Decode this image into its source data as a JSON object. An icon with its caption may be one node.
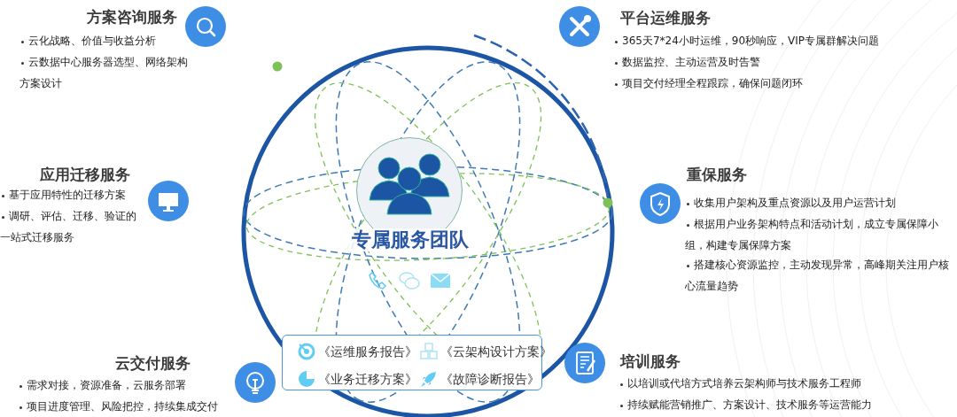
{
  "diagram": {
    "nodes": [
      {
        "text": [
          "专属服务团队"
        ]
      },
      {
        "text": [
          "《运维服务报告》",
          "《云架构设计方案》",
          "《业务迁移方案》",
          "《故障诊断报告》"
        ]
      }
    ],
    "edges": [],
    "labels": [
      "方案咨询服务",
      "云化战略、价值与收益分析",
      "云数据中心服务器选型、网络架构方案设计",
      "平台运维服务",
      "365天7*24小时运维，90秒响应，VIP专属群解决问题",
      "数据监控、主动运营及时告警",
      "项目交付经理全程跟踪，确保问题闭环",
      "应用迁移服务",
      "基于应用特性的迁移方案",
      "调研、评估、迁移、验证的一站式迁移服务",
      "重保服务",
      "收集用户架构及重点资源以及用户运营计划",
      "根据用户业务架构特点和活动计划，成立专属保障小组，构建专属保障方案",
      "搭建核心资源监控，主动发现异常，高峰期关注用户核心流量趋势",
      "云交付服务",
      "需求对接，资源准备，云服务部署",
      "项目进度管理、风险把控，持续集成交付",
      "培训服务",
      "以培训或代培方式培养云架构师与技术服务工程师",
      "持续赋能营销推广、方案设计、技术服务等运营能力"
    ]
  }
}
